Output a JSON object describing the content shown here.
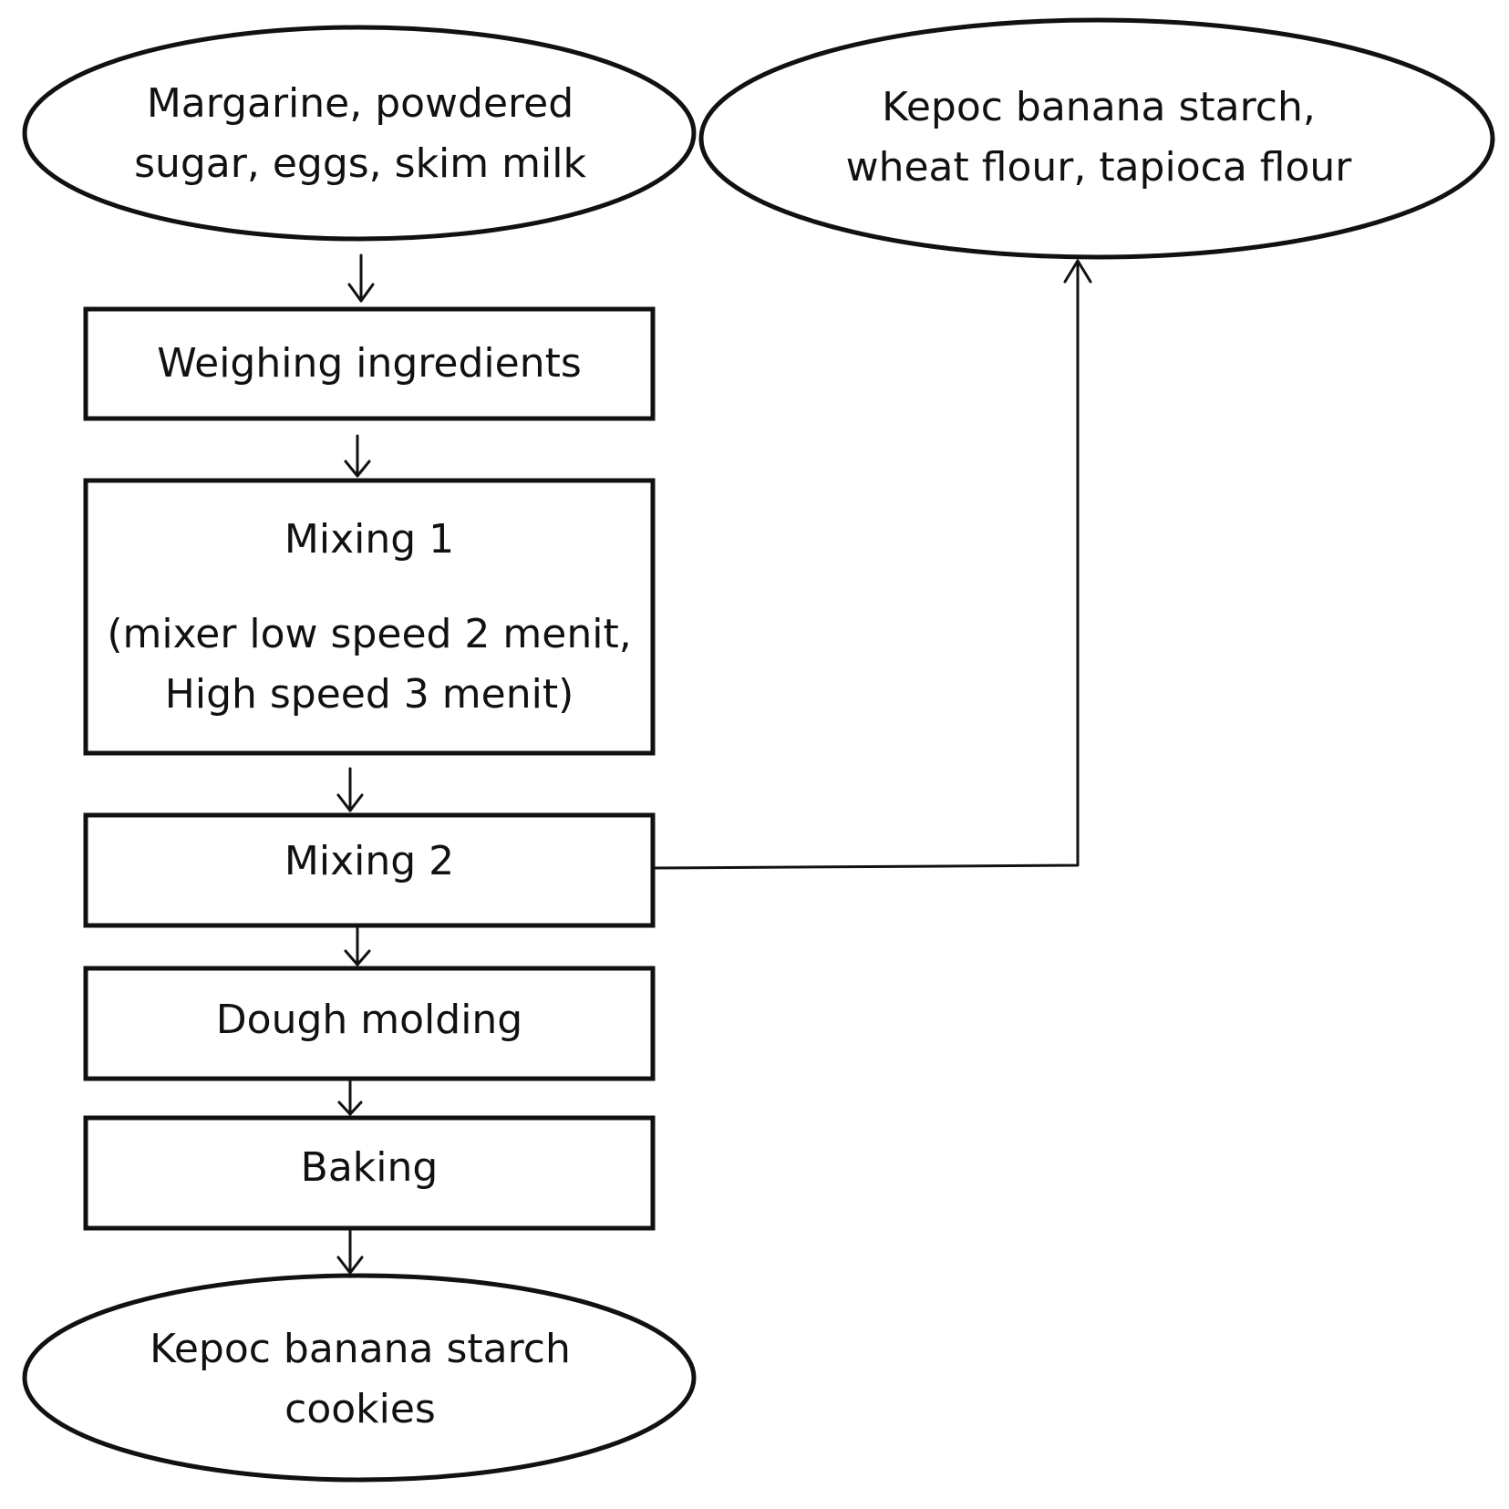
{
  "colors": {
    "stroke": "#111111",
    "background": "#ffffff",
    "text": "#111111"
  },
  "nodes": {
    "input_left": {
      "shape": "ellipse",
      "lines": [
        "Margarine, powdered",
        "sugar, eggs, skim milk"
      ]
    },
    "input_right": {
      "shape": "ellipse",
      "lines": [
        "Kepoc banana starch,",
        "wheat flour, tapioca flour"
      ]
    },
    "weighing": {
      "shape": "rectangle",
      "lines": [
        "Weighing ingredients"
      ]
    },
    "mixing1": {
      "shape": "rectangle",
      "title": "Mixing 1",
      "detail_lines": [
        "(mixer low speed 2 menit,",
        "High speed 3 menit)"
      ]
    },
    "mixing2": {
      "shape": "rectangle",
      "lines": [
        "Mixing 2"
      ]
    },
    "molding": {
      "shape": "rectangle",
      "lines": [
        "Dough molding"
      ]
    },
    "baking": {
      "shape": "rectangle",
      "lines": [
        "Baking"
      ]
    },
    "output": {
      "shape": "ellipse",
      "lines": [
        "Kepoc banana starch",
        "cookies"
      ]
    }
  },
  "edges": [
    {
      "from": "input_left",
      "to": "weighing"
    },
    {
      "from": "weighing",
      "to": "mixing1"
    },
    {
      "from": "mixing1",
      "to": "mixing2"
    },
    {
      "from": "mixing2",
      "to": "input_right"
    },
    {
      "from": "mixing2",
      "to": "molding"
    },
    {
      "from": "molding",
      "to": "baking"
    },
    {
      "from": "baking",
      "to": "output"
    }
  ]
}
